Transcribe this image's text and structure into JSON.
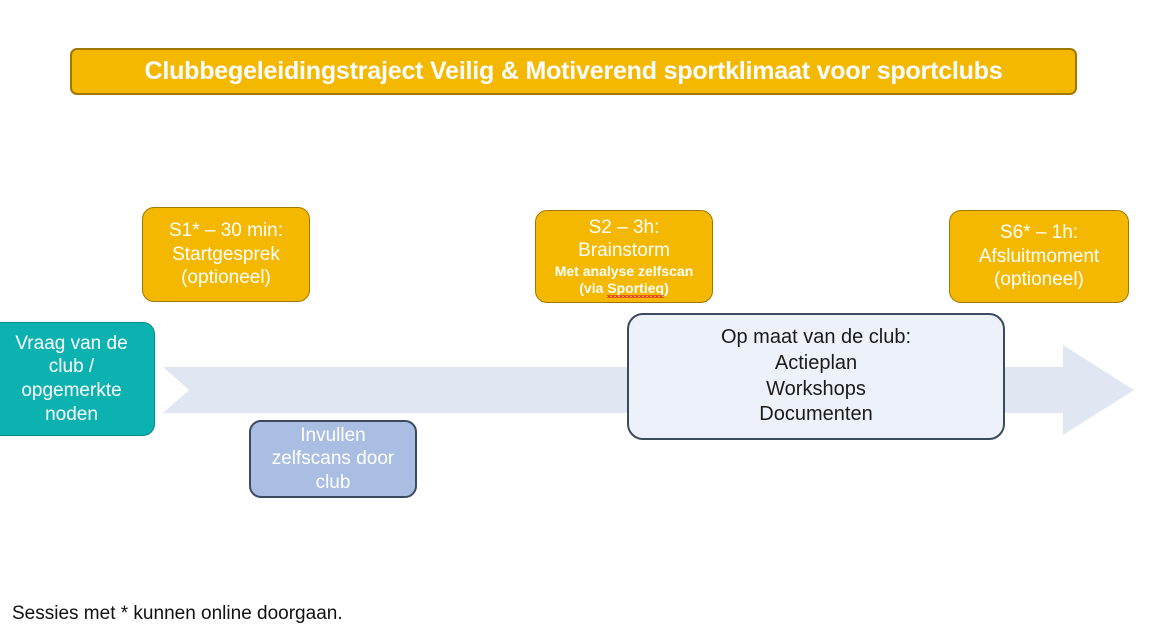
{
  "title": {
    "text": "Clubbegeleidingstraject Veilig & Motiverend sportklimaat voor sportclubs"
  },
  "colors": {
    "amber": "#F5B800",
    "amber_border": "#A07800",
    "teal": "#0BB2B0",
    "periwinkle": "#A9BEE2",
    "navy_border": "#3C4A5E",
    "arrow": "#E0E6F2",
    "panel_fill": "#EDF1F9",
    "spellcheck_underline": "#E03A2F"
  },
  "sessions": {
    "s1": {
      "line1": "S1* – 30 min:",
      "line2": "Startgesprek",
      "line3": "(optioneel)"
    },
    "s2": {
      "line1": "S2 – 3h:",
      "line2": "Brainstorm",
      "sub1": "Met analyse zelfscan",
      "sub2_prefix": "(via ",
      "sub2_word": "Sportieq",
      "sub2_suffix": ")"
    },
    "s6": {
      "line1": "S6* – 1h:",
      "line2": "Afsluitmoment",
      "line3": "(optioneel)"
    }
  },
  "start_box": {
    "line1": "Vraag van de",
    "line2": "club /",
    "line3": "opgemerkte",
    "line4": "noden"
  },
  "selfscan_box": {
    "line1": "Invullen",
    "line2": "zelfscans door",
    "line3": "club"
  },
  "tailored_box": {
    "line1": "Op maat van de club:",
    "line2": "Actieplan",
    "line3": "Workshops",
    "line4": "Documenten"
  },
  "footnote": {
    "text": "Sessies met * kunnen online doorgaan."
  }
}
